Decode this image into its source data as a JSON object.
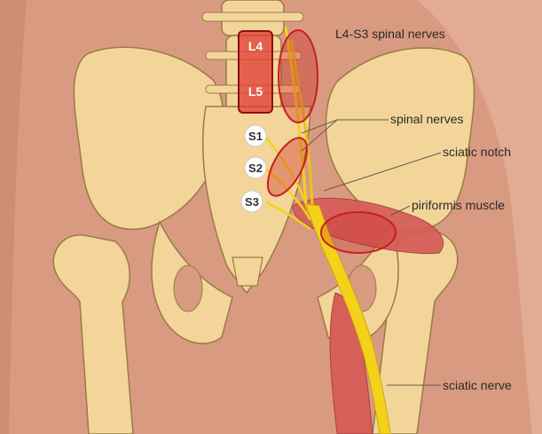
{
  "labels": {
    "l4_s3": "L4-S3 spinal nerves",
    "spinal_nerves": "spinal nerves",
    "sciatic_notch": "sciatic notch",
    "piriformis": "piriformis muscle",
    "sciatic_nerve": "sciatic nerve"
  },
  "vertebrae": {
    "l4": "L4",
    "l5": "L5",
    "s1": "S1",
    "s2": "S2",
    "s3": "S3"
  },
  "colors": {
    "background": "#d99a82",
    "bone": "#f3d59a",
    "bone_outline": "#9a7a45",
    "muscle": "#d65f5a",
    "nerve": "#f5d21a",
    "highlight": "#c81f1f"
  }
}
